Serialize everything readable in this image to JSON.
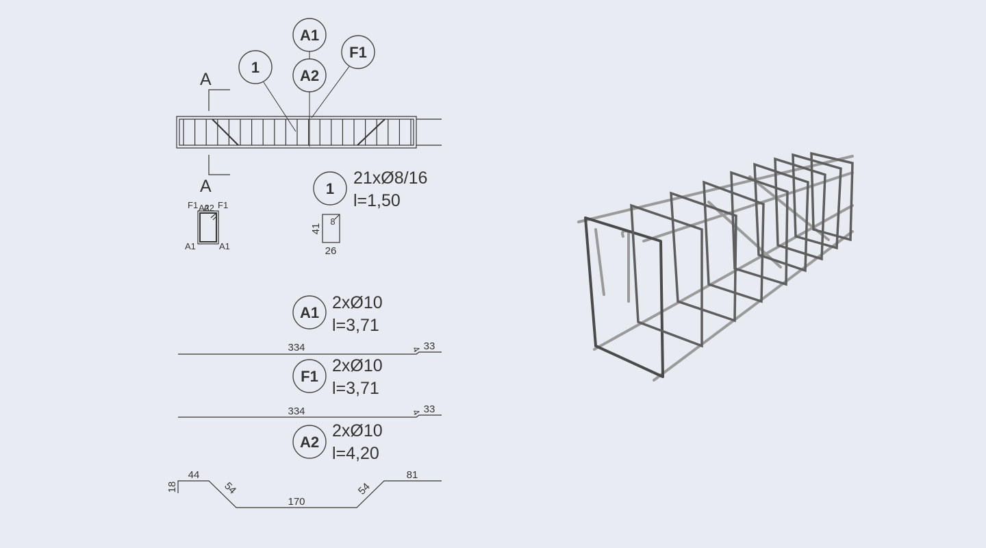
{
  "section_marks": {
    "top": "A",
    "bottom": "A"
  },
  "elevation_tags": {
    "stirrup": "1",
    "bar_a1": "A1",
    "bar_a2": "A2",
    "bar_f1": "F1"
  },
  "stirrup": {
    "tag": "1",
    "spec_count": "21xØ8/16",
    "spec_length": "l=1,50",
    "dim_height": "41",
    "dim_width": "26",
    "dim_hook": "8"
  },
  "cross_section": {
    "label_tl": "F1",
    "label_tm": "A2",
    "label_tm2": "A2",
    "label_tr": "F1",
    "label_bl": "A1",
    "label_br": "A1"
  },
  "bars": [
    {
      "tag": "A1",
      "spec_count": "2xØ10",
      "spec_length": "l=3,71",
      "dim_main": "334",
      "dim_bend": "4",
      "dim_end": "33"
    },
    {
      "tag": "F1",
      "spec_count": "2xØ10",
      "spec_length": "l=3,71",
      "dim_main": "334",
      "dim_bend": "4",
      "dim_end": "33"
    },
    {
      "tag": "A2",
      "spec_count": "2xØ10",
      "spec_length": "l=4,20",
      "dim_left_vert": "18",
      "dim_left_top": "44",
      "dim_left_slope": "54",
      "dim_bottom": "170",
      "dim_right_slope": "54",
      "dim_right_top": "81"
    }
  ],
  "colors": {
    "background": "#e8ecf2",
    "line": "#333333",
    "rebar_dark": "#4a4a4a",
    "rebar_light": "#9a9a9a"
  }
}
